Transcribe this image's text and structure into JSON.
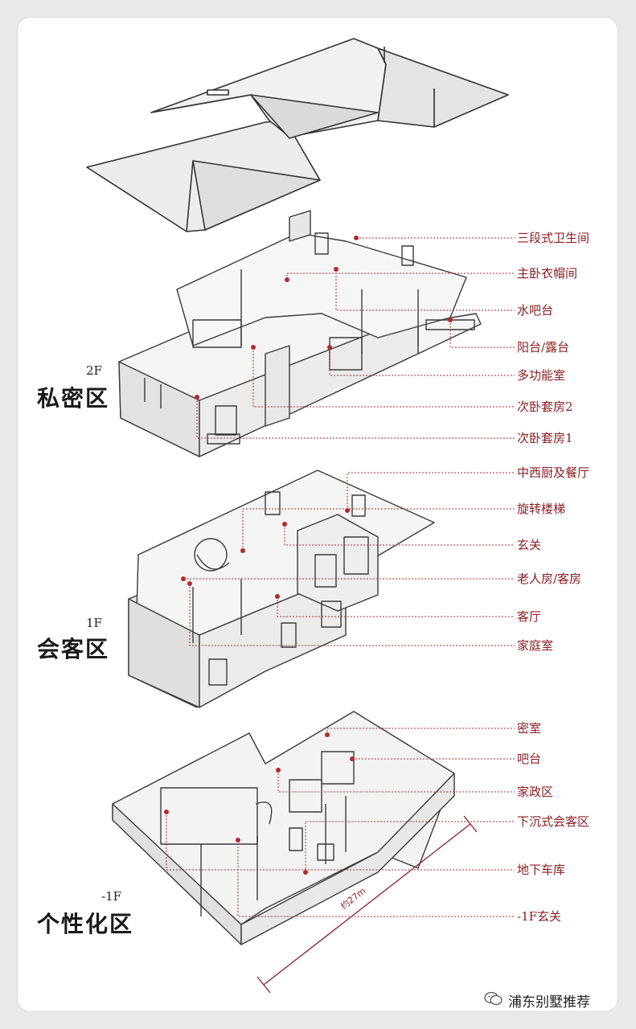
{
  "zones": [
    {
      "floor": "2F",
      "name": "私密区"
    },
    {
      "floor": "1F",
      "name": "会客区"
    },
    {
      "floor": "-1F",
      "name": "个性化区"
    }
  ],
  "labels_2f": [
    "三段式卫生间",
    "主卧衣帽间",
    "水吧台",
    "阳台/露台",
    "多功能室",
    "次卧套房2",
    "次卧套房1"
  ],
  "labels_1f": [
    "中西厨及餐厅",
    "旋转楼梯",
    "玄关",
    "老人房/客房",
    "客厅",
    "家庭室"
  ],
  "labels_b1": [
    "密室",
    "吧台",
    "家政区",
    "下沉式会客区",
    "地下车库",
    "-1F玄关"
  ],
  "dimension": "约27m",
  "watermark": "浦东别墅推荐",
  "colors": {
    "accent": "#b5282c",
    "line": "#3a3a3a",
    "face": "#f2f2f2"
  }
}
